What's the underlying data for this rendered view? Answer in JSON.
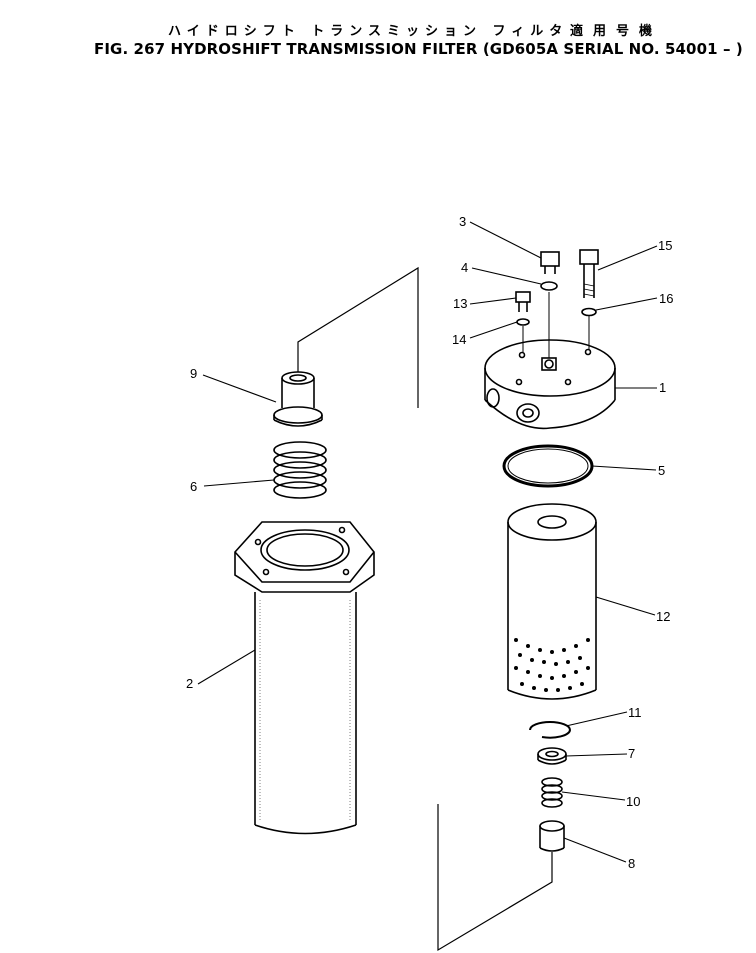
{
  "title": {
    "japanese": "ハイドロシフト トランスミッション フィルタ",
    "japanese_right": "適用号機",
    "english": "FIG. 267 HYDROSHIFT TRANSMISSION FILTER (GD605A SERIAL NO. 54001 – )"
  },
  "callouts": {
    "c1": "1",
    "c2": "2",
    "c3": "3",
    "c4": "4",
    "c5": "5",
    "c6": "6",
    "c7": "7",
    "c8": "8",
    "c9": "9",
    "c10": "10",
    "c11": "11",
    "c12": "12",
    "c13": "13",
    "c14": "14",
    "c15": "15",
    "c16": "16"
  }
}
